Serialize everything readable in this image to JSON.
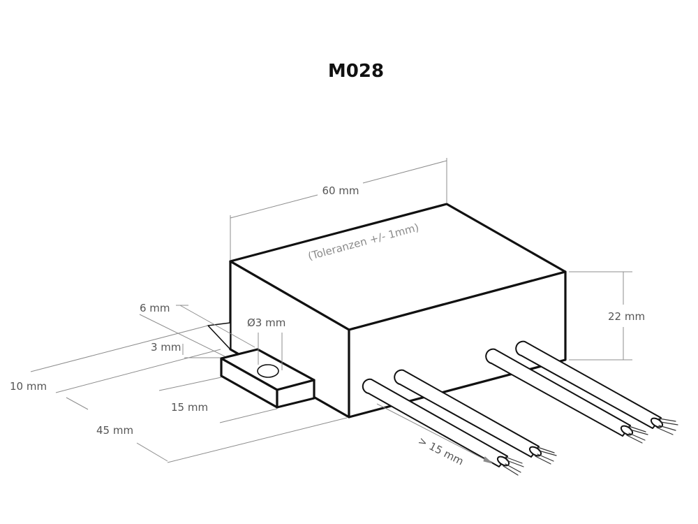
{
  "title": "M028",
  "dimensions": {
    "length": "60 mm",
    "tolerance": "(Toleranzen +/- 1mm)",
    "height": "22 mm",
    "hole": "Ø3 mm",
    "tab_width": "6 mm",
    "tab_height": "3 mm",
    "tab_offset": "10 mm",
    "tab_length": "15 mm",
    "depth": "45 mm",
    "cable_length": "> 15 mm"
  }
}
